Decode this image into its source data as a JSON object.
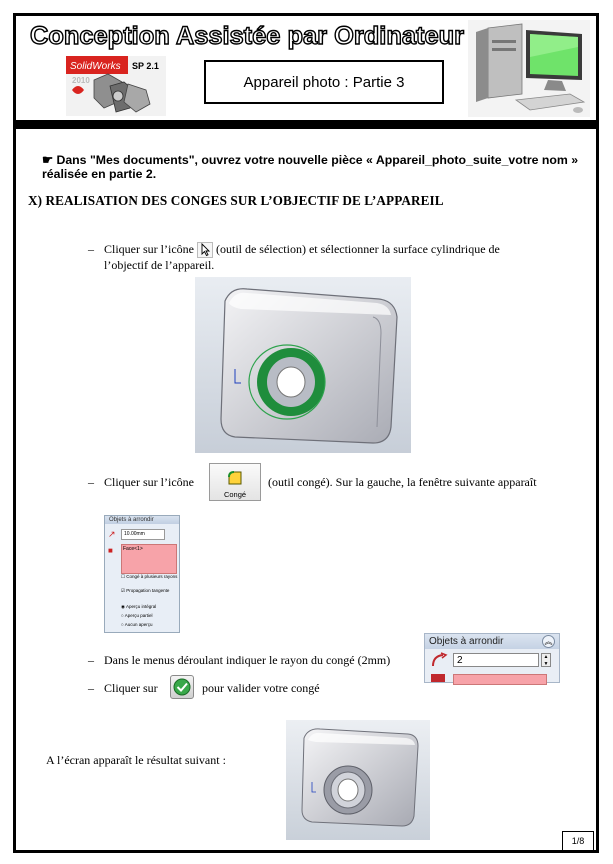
{
  "header": {
    "main_title": "Conception Assistée par Ordinateur",
    "subtitle": "Appareil photo : Partie 3",
    "logo_brand": "SolidWorks",
    "logo_version": "SP 2.1",
    "logo_year": "2010"
  },
  "intro": {
    "line": "Dans \"Mes documents\", ouvrez votre nouvelle pièce « Appareil_photo_suite_votre nom » réalisée en partie 2."
  },
  "section_title": "X) REALISATION DES CONGES SUR L’OBJECTIF DE L’APPAREIL",
  "steps": {
    "dash": "–",
    "step1_before": "Cliquer sur l’icône",
    "step1_after": "(outil de sélection) et sélectionner la surface cylindrique de",
    "step1_line2": "l’objectif de l’appareil.",
    "step2_before": "Cliquer sur l’icône",
    "step2_after": "(outil congé). Sur la gauche, la fenêtre suivante apparaît",
    "conge_label": "Congé",
    "step3": "Dans le menus déroulant  indiquer le rayon du congé (2mm)",
    "step4_before": "Cliquer sur",
    "step4_after": "pour valider votre congé"
  },
  "small_panel": {
    "title": "Objets à arrondir",
    "radius": "10.00mm",
    "selection": "Face<1>",
    "opt_multi": "Congé à plusieurs rayons",
    "opt_tangent": "Propagation tangente",
    "preview_full": "Aperçu intégral",
    "preview_partial": "Aperçu partiel",
    "preview_none": "Aucun aperçu"
  },
  "radius_panel": {
    "title": "Objets à arrondir",
    "radius_value": "2"
  },
  "result_text": "A l’écran apparaît le résultat suivant :",
  "page_number": "1/8"
}
